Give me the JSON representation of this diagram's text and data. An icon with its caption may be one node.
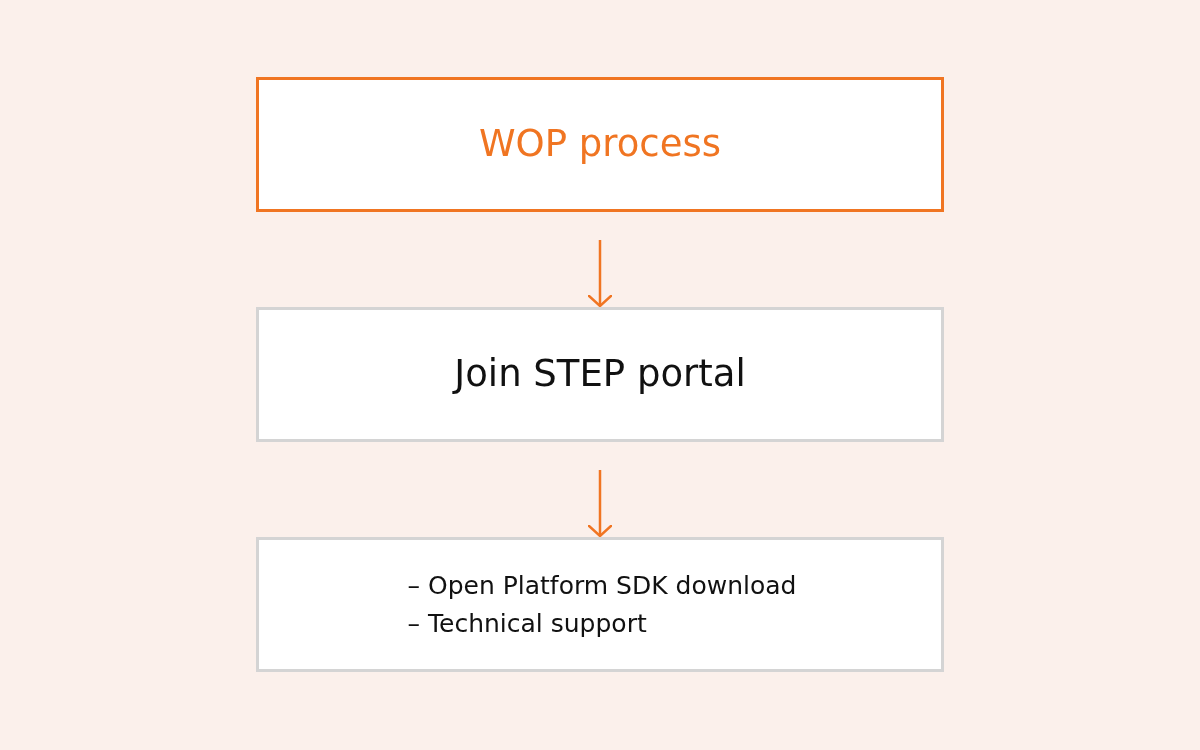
{
  "diagram": {
    "nodes": [
      {
        "text": [
          "WOP process"
        ]
      },
      {
        "text": [
          "Join STEP portal"
        ]
      },
      {
        "text": [
          "– Open Platform SDK download",
          "– Technical support"
        ]
      }
    ],
    "edges": [
      {
        "from": 0,
        "to": 1,
        "arrow": "to"
      },
      {
        "from": 1,
        "to": 2,
        "arrow": "to"
      }
    ]
  }
}
